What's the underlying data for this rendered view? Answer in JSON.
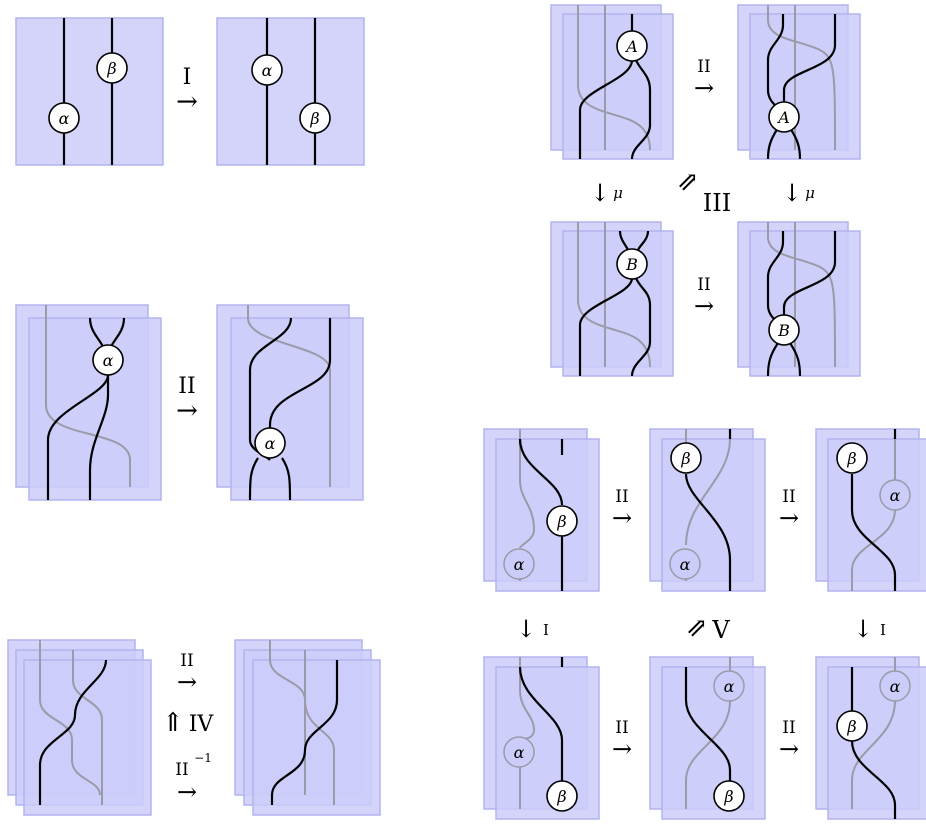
{
  "colors": {
    "sheet_fill": "#ccccfa",
    "sheet_stroke": "#b3b3f0",
    "strand": "#000000",
    "faded_strand": "#9a9aa8",
    "node_fill": "#ffffff"
  },
  "relations": {
    "I": "I",
    "II": "II",
    "III": "III",
    "IV": "IV",
    "V": "V",
    "II_inverse_base": "II",
    "II_inverse_exp": "−1",
    "mu": "μ",
    "small_I": "I"
  },
  "arrows": {
    "right": "→",
    "down": "↓",
    "up_double": "⇑",
    "ne_double": "⇗"
  },
  "nodes": {
    "alpha": "α",
    "beta": "β",
    "A": "A",
    "B": "B"
  }
}
